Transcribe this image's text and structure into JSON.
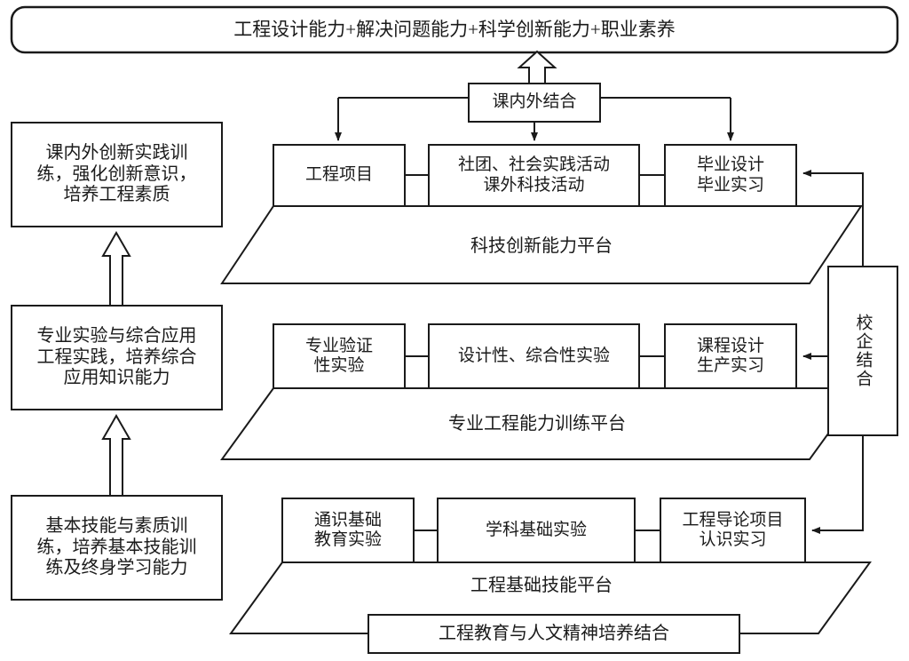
{
  "diagram": {
    "title_banner": "工程设计能力+解决问题能力+科学创新能力+职业素养",
    "combiner": "课内外结合",
    "right_panel": "校企结合",
    "footer_bar": "工程教育与人文精神培养结合",
    "left_column": [
      "课内外创新实践训\n练，强化创新意识，\n培养工程素质",
      "专业实验与综合应用\n工程实践，培养综合\n应用知识能力",
      "基本技能与素质训\n练，培养基本技能训\n练及终身学习能力"
    ],
    "platforms": [
      {
        "label": "科技创新能力平台",
        "boxes": [
          "工程项目",
          "社团、社会实践活动\n课外科技活动",
          "毕业设计\n毕业实习"
        ]
      },
      {
        "label": "专业工程能力训练平台",
        "boxes": [
          "专业验证\n性实验",
          "设计性、综合性实验",
          "课程设计\n生产实习"
        ]
      },
      {
        "label": "工程基础技能平台",
        "boxes": [
          "通识基础\n教育实验",
          "学科基础实验",
          "工程导论项目\n认识实习"
        ]
      }
    ],
    "colors": {
      "stroke": "#1a1a1a",
      "fill": "#ffffff",
      "text": "#1a1a1a"
    }
  }
}
